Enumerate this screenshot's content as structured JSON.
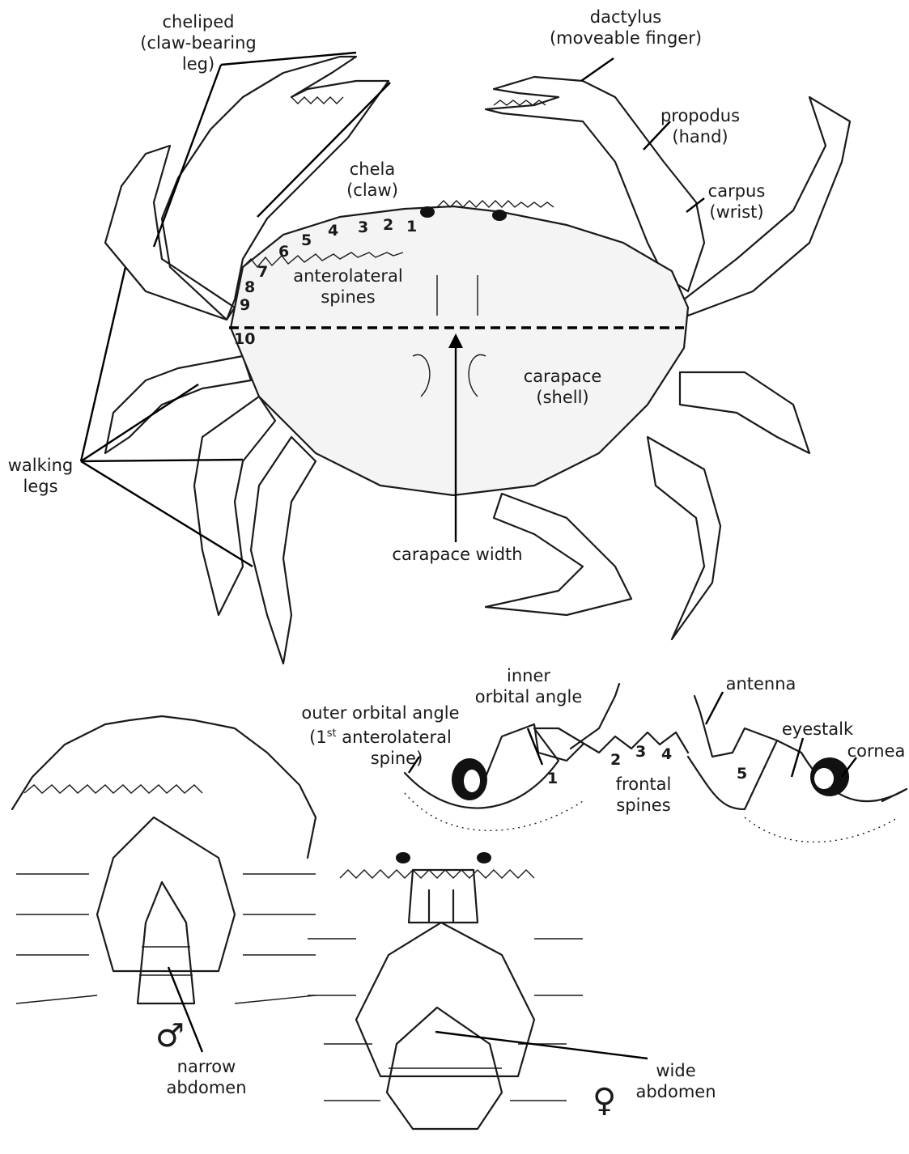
{
  "labels": {
    "cheliped": [
      "cheliped",
      "(claw-bearing",
      "leg)"
    ],
    "dactylus": [
      "dactylus",
      "(moveable finger)"
    ],
    "propodus": [
      "propodus",
      "(hand)"
    ],
    "chela": [
      "chela",
      "(claw)"
    ],
    "carpus": [
      "carpus",
      "(wrist)"
    ],
    "anterolateral": [
      "anterolateral",
      "spines"
    ],
    "carapace": [
      "carapace",
      "(shell)"
    ],
    "walking_legs": [
      "walking",
      "legs"
    ],
    "carapace_width": "carapace width",
    "inner_orbital": [
      "inner",
      "orbital angle"
    ],
    "antenna": "antenna",
    "outer_orbital": [
      "outer orbital angle",
      "(1",
      "st",
      " anterolateral",
      "spine)"
    ],
    "eyestalk": "eyestalk",
    "cornea": "cornea",
    "frontal": [
      "frontal",
      "spines"
    ],
    "narrow": [
      "narrow",
      "abdomen"
    ],
    "wide": [
      "wide",
      "abdomen"
    ],
    "male_symbol": "♂",
    "female_symbol": "♀"
  },
  "anterolateral_numbers": [
    "1",
    "2",
    "3",
    "4",
    "5",
    "6",
    "7",
    "8",
    "9",
    "10"
  ],
  "frontal_numbers": [
    "1",
    "2",
    "3",
    "4",
    "5"
  ]
}
